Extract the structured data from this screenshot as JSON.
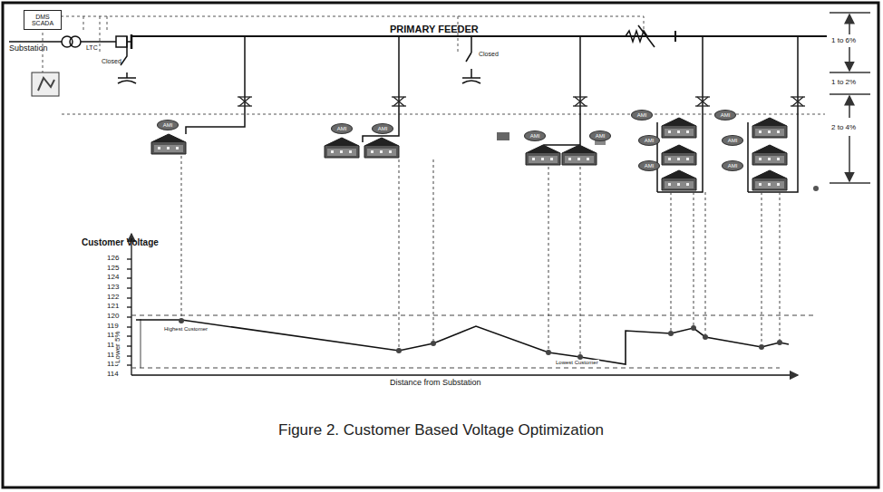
{
  "diagram": {
    "caption": "Figure 2. Customer Based Voltage Optimization",
    "nodes": [
      {
        "text": [
          "DMS SCADA"
        ]
      },
      {
        "text": [
          "AMI"
        ]
      },
      {
        "text": [
          "AMI"
        ]
      },
      {
        "text": [
          "AMI"
        ]
      },
      {
        "text": [
          "AMI"
        ]
      },
      {
        "text": [
          "AMI"
        ]
      },
      {
        "text": [
          "AMI"
        ]
      },
      {
        "text": [
          "AMI"
        ]
      },
      {
        "text": [
          "AMI"
        ]
      },
      {
        "text": [
          "AMI"
        ]
      },
      {
        "text": [
          "AMI"
        ]
      },
      {
        "text": [
          "AMI"
        ]
      }
    ],
    "labels": [
      "Substation",
      "PRIMARY FEEDER",
      "LTC",
      "Closed",
      "Closed",
      "Customer Voltage",
      "126",
      "125",
      "124",
      "123",
      "122",
      "121",
      "120",
      "119",
      "118",
      "117",
      "116",
      "115",
      "114",
      "Lower 5%",
      "Highest Customer",
      "Lowest Customer",
      "Distance from Substation",
      "1 to 6%",
      "1 to 2%",
      "2 to 4%"
    ]
  }
}
